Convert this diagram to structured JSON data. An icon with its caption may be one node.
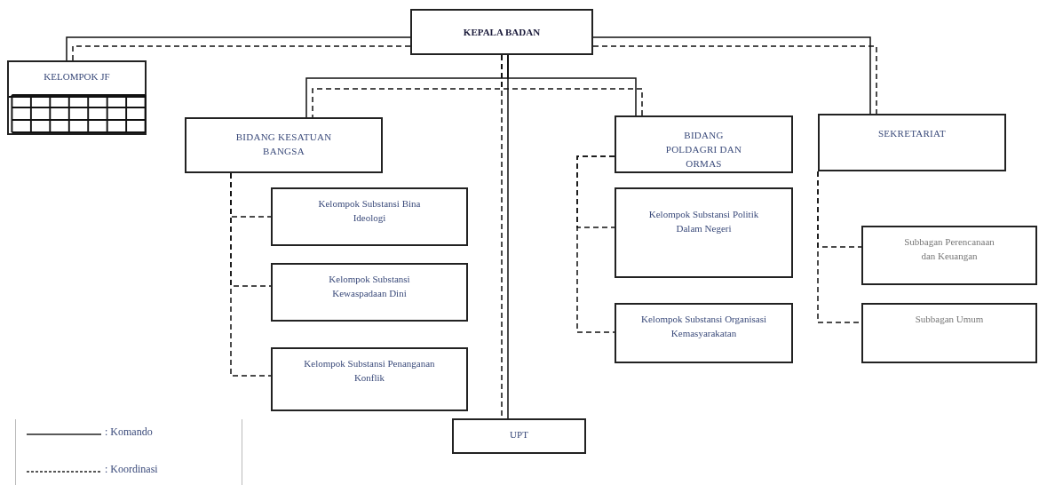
{
  "diagram": {
    "nodes": [
      {
        "text": [
          "KEPALA BADAN"
        ]
      },
      {
        "text": [
          "KELOMPOK JF"
        ]
      },
      {
        "text": [
          "BIDANG KESATUAN BANGSA"
        ]
      },
      {
        "text": [
          "BIDANG POLDAGRI DAN ORMAS"
        ]
      },
      {
        "text": [
          "SEKRETARIAT"
        ]
      },
      {
        "text": [
          "Kelompok Substansi Bina Ideologi"
        ]
      },
      {
        "text": [
          "Kelompok Substansi Kewaspadaan Dini"
        ]
      },
      {
        "text": [
          "Kelompok Substansi Penanganan Konflik"
        ]
      },
      {
        "text": [
          "Kelompok Substansi Politik Dalam Negeri"
        ]
      },
      {
        "text": [
          "Kelompok Substansi Organisasi Kemasyarakatan"
        ]
      },
      {
        "text": [
          "Subbagan Perencanaan dan Keuangan"
        ]
      },
      {
        "text": [
          "Subbagan Umum"
        ]
      },
      {
        "text": [
          "UPT"
        ]
      }
    ],
    "edges": [
      {
        "from": 0,
        "to": 1,
        "arrow": "none"
      },
      {
        "from": 0,
        "to": 1,
        "arrow": "none",
        "style": "dashed"
      },
      {
        "from": 0,
        "to": 2,
        "arrow": "none"
      },
      {
        "from": 0,
        "to": 3,
        "arrow": "none"
      },
      {
        "from": 0,
        "to": 12,
        "arrow": "none"
      },
      {
        "from": 0,
        "to": 4,
        "arrow": "none"
      },
      {
        "from": 0,
        "to": 2,
        "arrow": "none",
        "style": "dashed"
      },
      {
        "from": 0,
        "to": 3,
        "arrow": "none",
        "style": "dashed"
      },
      {
        "from": 0,
        "to": 12,
        "arrow": "none",
        "style": "dashed"
      },
      {
        "from": 0,
        "to": 4,
        "arrow": "none",
        "style": "dashed"
      },
      {
        "from": 2,
        "to": 5,
        "arrow": "none",
        "style": "dashed"
      },
      {
        "from": 2,
        "to": 6,
        "arrow": "none",
        "style": "dashed"
      },
      {
        "from": 2,
        "to": 7,
        "arrow": "none",
        "style": "dashed"
      },
      {
        "from": 3,
        "to": 8,
        "arrow": "none",
        "style": "dashed"
      },
      {
        "from": 3,
        "to": 9,
        "arrow": "none",
        "style": "dashed"
      },
      {
        "from": 4,
        "to": 10,
        "arrow": "none",
        "style": "dashed"
      },
      {
        "from": 4,
        "to": 11,
        "arrow": "none",
        "style": "dashed"
      }
    ],
    "legend": [
      {
        "text": ": Komando"
      },
      {
        "text": ": Koordinasi"
      }
    ]
  }
}
